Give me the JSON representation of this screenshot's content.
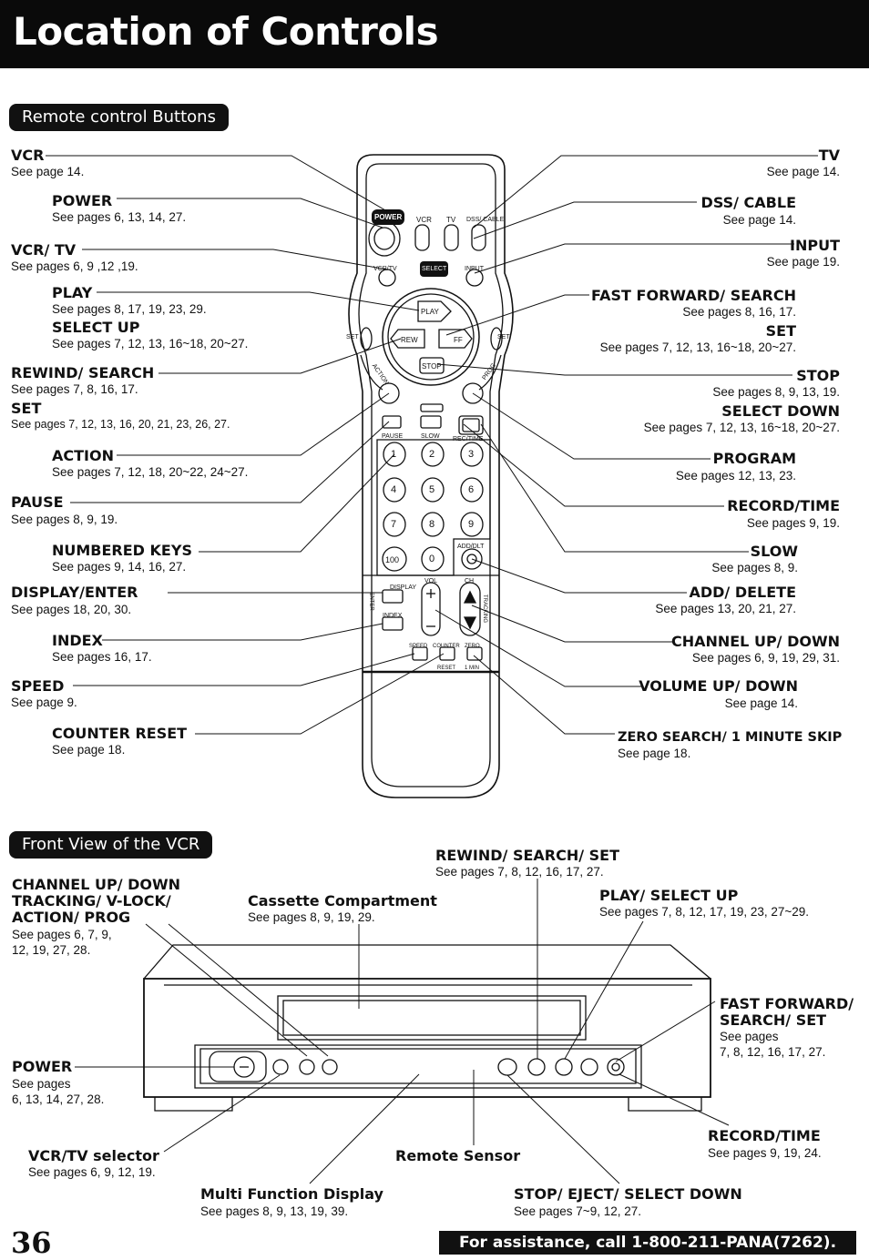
{
  "page_title": "Location of Controls",
  "remote_section": {
    "heading": "Remote control Buttons",
    "left": [
      {
        "label": "VCR",
        "ref": "See page 14."
      },
      {
        "label": "POWER",
        "ref": "See pages 6, 13, 14, 27."
      },
      {
        "label": "VCR/ TV",
        "ref": "See pages 6, 9 ,12 ,19."
      },
      {
        "label": "PLAY",
        "ref": "See pages 8, 17, 19, 23, 29."
      },
      {
        "label": "SELECT UP",
        "ref": "See pages 7, 12, 13, 16~18, 20~27."
      },
      {
        "label": "REWIND/ SEARCH",
        "ref": "See pages 7, 8, 16, 17."
      },
      {
        "label": "SET",
        "ref": "See pages 7, 12, 13, 16, 20, 21, 23, 26, 27."
      },
      {
        "label": "ACTION",
        "ref": "See pages 7, 12, 18, 20~22, 24~27."
      },
      {
        "label": "PAUSE",
        "ref": "See pages 8, 9, 19."
      },
      {
        "label": "NUMBERED KEYS",
        "ref": "See pages 9, 14, 16, 27."
      },
      {
        "label": "DISPLAY/ENTER",
        "ref": "See pages 18, 20, 30."
      },
      {
        "label": "INDEX",
        "ref": "See pages 16, 17."
      },
      {
        "label": "SPEED",
        "ref": "See page 9."
      },
      {
        "label": "COUNTER RESET",
        "ref": "See page 18."
      }
    ],
    "right": [
      {
        "label": "TV",
        "ref": "See page 14."
      },
      {
        "label": "DSS/ CABLE",
        "ref": "See page 14."
      },
      {
        "label": "INPUT",
        "ref": "See page 19."
      },
      {
        "label": "FAST FORWARD/ SEARCH",
        "ref": "See pages 8, 16, 17."
      },
      {
        "label": "SET",
        "ref": "See pages 7, 12, 13, 16~18, 20~27."
      },
      {
        "label": "STOP",
        "ref": "See pages 8, 9, 13, 19."
      },
      {
        "label": "SELECT DOWN",
        "ref": "See pages 7, 12, 13, 16~18, 20~27."
      },
      {
        "label": "PROGRAM",
        "ref": "See pages 12, 13, 23."
      },
      {
        "label": "RECORD/TIME",
        "ref": "See pages 9, 19."
      },
      {
        "label": "SLOW",
        "ref": "See pages 8, 9."
      },
      {
        "label": "ADD/ DELETE",
        "ref": "See pages 13, 20, 21, 27."
      },
      {
        "label": "CHANNEL UP/ DOWN",
        "ref": "See pages 6, 9, 19, 29, 31."
      },
      {
        "label": "VOLUME UP/ DOWN",
        "ref": "See page 14."
      },
      {
        "label": "ZERO SEARCH/ 1 MINUTE SKIP",
        "ref": "See page 18."
      }
    ],
    "remote_keys": {
      "power": "POWER",
      "vcr": "VCR",
      "tv": "TV",
      "dss": "DSS/ CABLE",
      "vcrtv": "VCR/TV",
      "select": "SELECT",
      "input": "INPUT",
      "play": "PLAY",
      "rew": "REW",
      "ff": "FF",
      "stop": "STOP",
      "set_l": "SET",
      "set_r": "SET",
      "action": "ACTION",
      "prog": "PROG",
      "pause": "PAUSE",
      "slow": "SLOW",
      "rectime": "REC/TIME",
      "nums": [
        "1",
        "2",
        "3",
        "4",
        "5",
        "6",
        "7",
        "8",
        "9",
        "100",
        "0"
      ],
      "adddlt": "ADD/DLT",
      "display": "DISPLAY",
      "enter": "ENTER",
      "index": "INDEX",
      "vol": "VOL",
      "ch": "CH",
      "tracking": "TRACKING",
      "speed": "SPEED",
      "counter": "COUNTER",
      "zero": "ZERO",
      "reset": "RESET",
      "onemin": "1 MIN"
    }
  },
  "vcr_section": {
    "heading": "Front View of the VCR",
    "channel": {
      "l1": "CHANNEL UP/ DOWN",
      "l2": "TRACKING/ V-LOCK/",
      "l3": "ACTION/ PROG",
      "ref1": "See pages 6, 7, 9,",
      "ref2": "12, 19, 27, 28."
    },
    "cassette": {
      "label": "Cassette Compartment",
      "ref": "See pages 8, 9, 19, 29."
    },
    "rewind": {
      "label": "REWIND/ SEARCH/ SET",
      "ref": "See pages 7, 8, 12, 16, 17, 27."
    },
    "play": {
      "label": "PLAY/ SELECT UP",
      "ref": "See pages 7, 8, 12, 17, 19, 23, 27~29."
    },
    "ff": {
      "l1": "FAST FORWARD/",
      "l2": "SEARCH/ SET",
      "ref1": "See pages",
      "ref2": "7, 8, 12, 16, 17, 27."
    },
    "power": {
      "label": "POWER",
      "ref1": "See pages",
      "ref2": "6, 13, 14, 27, 28."
    },
    "record": {
      "label": "RECORD/TIME",
      "ref": "See pages 9, 19, 24."
    },
    "vcrtv": {
      "label": "VCR/TV selector",
      "ref": "See pages 6, 9, 12, 19."
    },
    "sensor": {
      "label": "Remote Sensor"
    },
    "display": {
      "label": "Multi Function Display",
      "ref": "See pages 8, 9, 13, 19, 39."
    },
    "stop": {
      "label": "STOP/ EJECT/ SELECT DOWN",
      "ref": "See pages 7~9, 12, 27."
    }
  },
  "footer": {
    "page_number": "36",
    "assistance": "For assistance, call 1-800-211-PANA(7262)."
  }
}
